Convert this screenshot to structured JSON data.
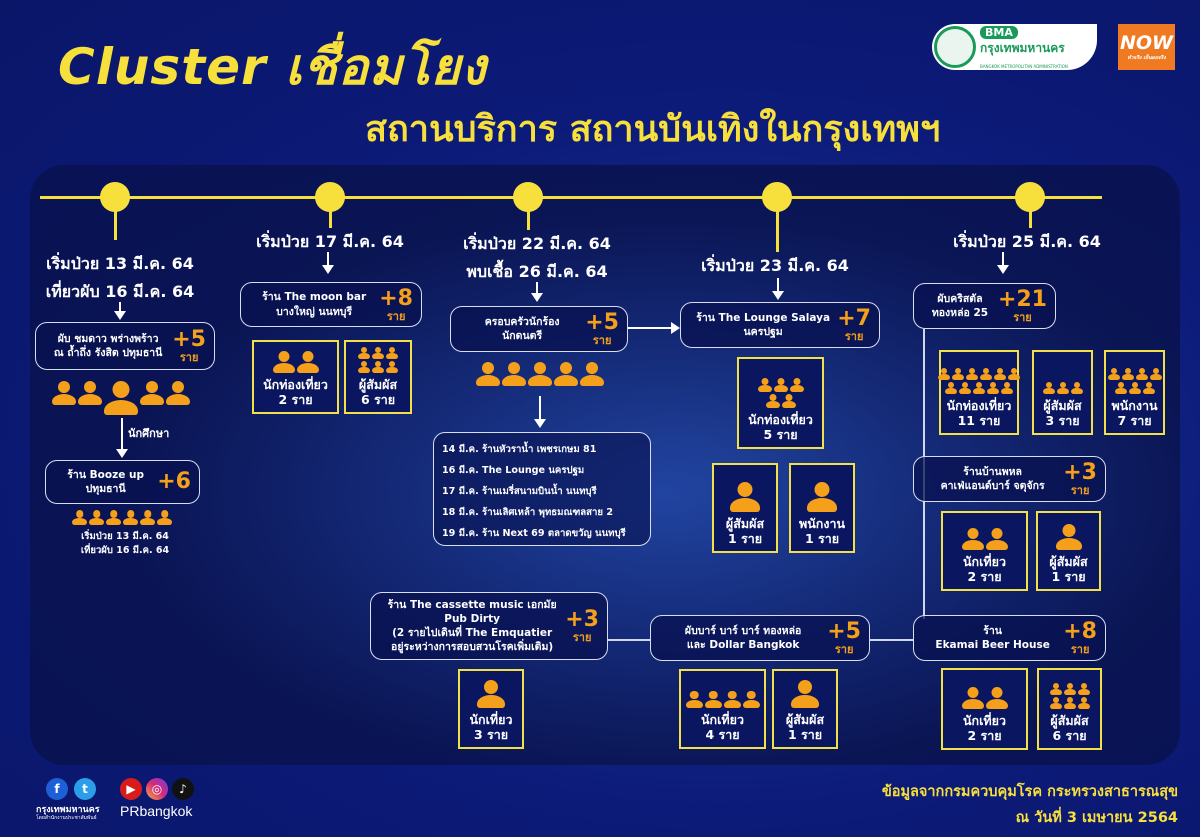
{
  "header": {
    "title": "Cluster เชื่อมโยง",
    "subtitle": "สถานบริการ สถานบันเทิงในกรุงเทพฯ",
    "bma_logo": {
      "short": "BMA",
      "thai": "กรุงเทพมหานคร",
      "english": "BANGKOK METROPOLITAN ADMINISTRATION"
    },
    "now_logo": {
      "main": "NOW",
      "tagline": "ทำจริง เห็นผลจริง"
    }
  },
  "colors": {
    "background": "#0c1a78",
    "accent_yellow": "#f7df3c",
    "accent_orange": "#f5a01a"
  },
  "dates": {
    "c1a": "เริ่มป่วย 13 มี.ค. 64",
    "c1b": "เที่ยวผับ 16 มี.ค. 64",
    "c2": "เริ่มป่วย 17 มี.ค. 64",
    "c3a": "เริ่มป่วย 22 มี.ค. 64",
    "c3b": "พบเชื้อ 26 มี.ค. 64",
    "c4": "เริ่มป่วย 23 มี.ค. 64",
    "c5": "เริ่มป่วย 25 มี.ค. 64"
  },
  "student_label": "นักศึกษา",
  "booze_note": [
    "เริ่มป่วย 13 มี.ค. 64",
    "เที่ยวผับ 16 มี.ค. 64"
  ],
  "venues": [
    {
      "id": "chomdao",
      "lines": [
        "ผับ ชมดาว พร่างพร้าว",
        "ณ ถ้ำถึ่ง รังสิต ปทุมธานี"
      ],
      "plus": "+5",
      "unit": "ราย",
      "people": 5
    },
    {
      "id": "booze",
      "lines": [
        "ร้าน Booze up",
        "ปทุมธานี"
      ],
      "plus": "+6",
      "unit": "",
      "people": 6
    },
    {
      "id": "moonbar",
      "lines": [
        "ร้าน The moon bar",
        "บางใหญ่ นนทบุรี"
      ],
      "plus": "+8",
      "unit": "ราย"
    },
    {
      "id": "singer",
      "lines": [
        "ครอบครัวนักร้อง",
        "นักดนตรี"
      ],
      "plus": "+5",
      "unit": "ราย",
      "people": 5
    },
    {
      "id": "lounge",
      "lines": [
        "ร้าน The Lounge Salaya",
        "นครปฐม"
      ],
      "plus": "+7",
      "unit": "ราย"
    },
    {
      "id": "crystal",
      "lines": [
        "ผับคริสตัล",
        "ทองหล่อ 25"
      ],
      "plus": "+21",
      "unit": "ราย"
    },
    {
      "id": "banphahol",
      "lines": [
        "ร้านบ้านพหล",
        "คาเฟ่แอนด์บาร์ จตุจักร"
      ],
      "plus": "+3",
      "unit": "ราย"
    },
    {
      "id": "ekamai",
      "lines": [
        "ร้าน",
        "Ekamai Beer House"
      ],
      "plus": "+8",
      "unit": "ราย"
    },
    {
      "id": "cassette",
      "lines": [
        "ร้าน The cassette music เอกมัย",
        "Pub Dirty",
        "(2 รายไปเดินที่ The Emquatier",
        "อยู่ระหว่างการสอบสวนโรคเพิ่มเติม)"
      ],
      "plus": "+3",
      "unit": "ราย"
    },
    {
      "id": "dollar",
      "lines": [
        "ผับบาร์ บาร์ บาร์ ทองหล่อ",
        "และ Dollar Bangkok"
      ],
      "plus": "+5",
      "unit": "ราย"
    }
  ],
  "cards": [
    {
      "id": "moon1",
      "role": "นักท่องเที่ยว",
      "count": "2 ราย",
      "n": 2
    },
    {
      "id": "moon2",
      "role": "ผู้สัมผัส",
      "count": "6 ราย",
      "n": 6
    },
    {
      "id": "lounge1",
      "role": "นักท่องเที่ยว",
      "count": "5 ราย",
      "n": 5
    },
    {
      "id": "lounge2",
      "role": "ผู้สัมผัส",
      "count": "1 ราย",
      "n": 1
    },
    {
      "id": "lounge3",
      "role": "พนักงาน",
      "count": "1 ราย",
      "n": 1
    },
    {
      "id": "crystal1",
      "role": "นักท่องเที่ยว",
      "count": "11 ราย",
      "n": 11
    },
    {
      "id": "crystal2",
      "role": "ผู้สัมผัส",
      "count": "3 ราย",
      "n": 3
    },
    {
      "id": "crystal3",
      "role": "พนักงาน",
      "count": "7 ราย",
      "n": 7
    },
    {
      "id": "banphahol1",
      "role": "นักเที่ยว",
      "count": "2 ราย",
      "n": 2
    },
    {
      "id": "banphahol2",
      "role": "ผู้สัมผัส",
      "count": "1 ราย",
      "n": 1
    },
    {
      "id": "ekamai1",
      "role": "นักเที่ยว",
      "count": "2 ราย",
      "n": 2
    },
    {
      "id": "ekamai2",
      "role": "ผู้สัมผัส",
      "count": "6 ราย",
      "n": 6
    },
    {
      "id": "cassette1",
      "role": "นักเที่ยว",
      "count": "3 ราย",
      "n": 1
    },
    {
      "id": "dollar1",
      "role": "นักเที่ยว",
      "count": "4 ราย",
      "n": 4
    },
    {
      "id": "dollar2",
      "role": "ผู้สัมผัส",
      "count": "1 ราย",
      "n": 1
    }
  ],
  "singer_visits": [
    "14 มี.ค. ร้านหัวราน้ำ เพชรเกษม 81",
    "16 มี.ค. The Lounge นครปฐม",
    "17 มี.ค. ร้านเมรี่สนามบินน้ำ นนทบุรี",
    "18 มี.ค. ร้านเลิศเหล้า พุทธมณฑลสาย 2",
    "19 มี.ค. ร้าน Next 69 ตลาดขวัญ นนทบุรี"
  ],
  "footer": {
    "source": "ข้อมูลจากกรมควบคุมโรค กระทรวงสาธารณสุข",
    "as_of": "ณ วันที่ 3 เมษายน 2564",
    "org_name": "กรุงเทพมหานคร",
    "org_sub": "โดยสำนักงานประชาสัมพันธ์",
    "handle": "PRbangkok",
    "social_icons": [
      "facebook-icon",
      "twitter-icon",
      "youtube-icon",
      "instagram-icon",
      "tiktok-icon"
    ]
  }
}
